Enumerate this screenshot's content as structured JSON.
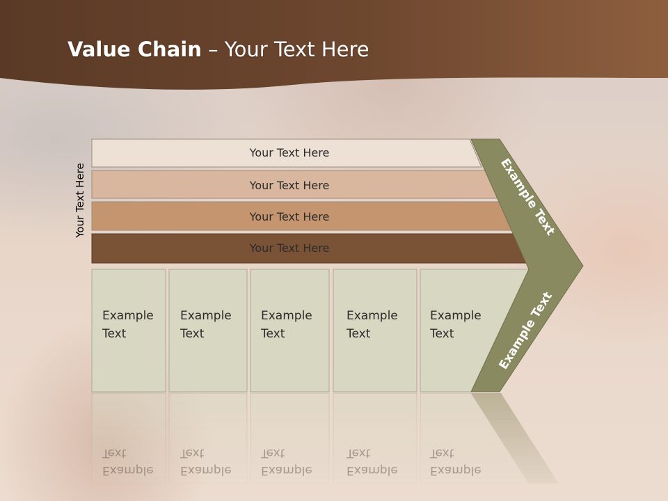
{
  "title": {
    "bold": "Value Chain",
    "rest": " – Your Text Here"
  },
  "side_label": "Your Text Here",
  "bars": [
    {
      "label": "Your Text Here",
      "color": "#ede0d5"
    },
    {
      "label": "Your Text Here",
      "color": "#d9b69e"
    },
    {
      "label": "Your Text Here",
      "color": "#c4956f"
    },
    {
      "label": "Your Text Here",
      "color": "#7a5236"
    }
  ],
  "boxes": [
    {
      "line1": "Example",
      "line2": "Text"
    },
    {
      "line1": "Example",
      "line2": "Text"
    },
    {
      "line1": "Example",
      "line2": "Text"
    },
    {
      "line1": "Example",
      "line2": "Text"
    },
    {
      "line1": "Example",
      "line2": "Text"
    }
  ],
  "arrow": {
    "upper_label": "Example Text",
    "lower_label": "Example Text",
    "color": "#8a8a60"
  },
  "colors": {
    "header_dark": "#5a3a26",
    "header_light": "#8d5f3f",
    "box_fill": "#d7d7c2"
  }
}
